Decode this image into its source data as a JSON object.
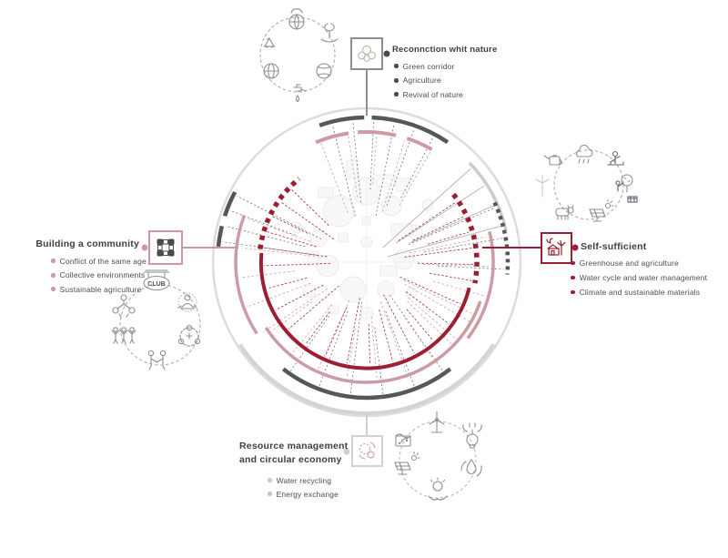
{
  "palette": {
    "dark_red": "#9b1f30",
    "pink": "#cf98a1",
    "dark_gray": "#55565a",
    "light_gray": "#cfcfcf"
  },
  "sections": {
    "nature": {
      "title": "Reconnction whit nature",
      "bullets": [
        "Green corridor",
        "Agriculture",
        "Revival of nature"
      ]
    },
    "self_sufficient": {
      "title": "Self-sufficient",
      "bullets": [
        "Greenhouse and agriculture",
        "Water cycle and water management",
        "Climate and sustainable materials"
      ]
    },
    "community": {
      "title": "Building a community",
      "bullets": [
        "Conflict of the same age",
        "Collective environments",
        "Sustainable agriculture"
      ]
    },
    "resource": {
      "title_line1": "Resource management",
      "title_line2": "and circular economy",
      "bullets": [
        "Water recycling",
        "Energy exchange"
      ]
    }
  },
  "icon_clusters": {
    "nature_cycle": {
      "icons": [
        "earth-icon",
        "recycling-icon",
        "hand-sprout-icon",
        "globe-icon",
        "leaf-icon",
        "faucet-icon"
      ]
    },
    "farm_cycle": {
      "icons": [
        "watering-can-icon",
        "rain-cloud-icon",
        "gardener-icon",
        "fruit-tree-icon",
        "basket-icon",
        "solar-panel-icon",
        "cow-icon",
        "windmill-icon"
      ]
    },
    "community_cycle": {
      "club_label": "CLUB",
      "icons": [
        "club-sign-icon",
        "network-icon",
        "meditation-icon",
        "collaboration-icon",
        "handshake-icon",
        "people-icon"
      ]
    },
    "energy_cycle": {
      "icons": [
        "wind-turbine-icon",
        "green-plug-icon",
        "water-recycle-icon",
        "idea-hands-icon",
        "solar-panel-icon",
        "compost-icon"
      ]
    }
  }
}
